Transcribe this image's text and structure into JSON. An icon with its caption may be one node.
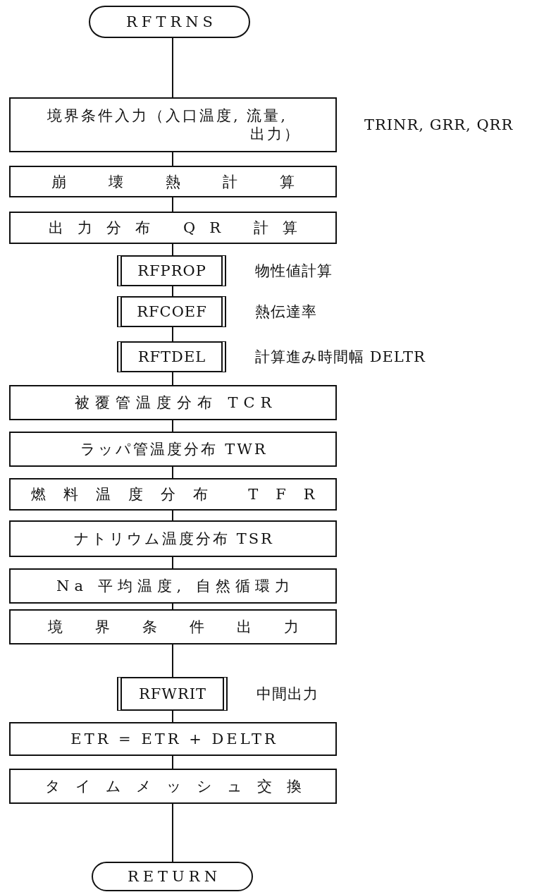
{
  "diagram": {
    "nodes": [
      {
        "text": [
          "RFTRNS"
        ]
      },
      {
        "text": [
          "境界条件入力（入口温度, 流量, 出力）"
        ],
        "beside": [
          "TRINR, GRR, QRR"
        ]
      },
      {
        "text": [
          "崩壊熱計算"
        ]
      },
      {
        "text": [
          "出力分布 QR 計算"
        ]
      },
      {
        "text": [
          "RFPROP"
        ],
        "beside": [
          "物性値計算"
        ]
      },
      {
        "text": [
          "RFCOEF"
        ],
        "beside": [
          "熱伝達率"
        ]
      },
      {
        "text": [
          "RFTDEL"
        ],
        "beside": [
          "計算進み時間幅 DELTR"
        ]
      },
      {
        "text": [
          "被覆管温度分布 TCR"
        ]
      },
      {
        "text": [
          "ラッパ管温度分布 TWR"
        ]
      },
      {
        "text": [
          "燃料温度分布 TFR"
        ]
      },
      {
        "text": [
          "ナトリウム温度分布 TSR"
        ]
      },
      {
        "text": [
          "Na 平均温度, 自然循環力"
        ]
      },
      {
        "text": [
          "境界条件出力"
        ]
      },
      {
        "text": [
          "RFWRIT"
        ],
        "beside": [
          "中間出力"
        ]
      },
      {
        "text": [
          "ETR = ETR + DELTR"
        ]
      },
      {
        "text": [
          "タイムメッシュ交換"
        ]
      },
      {
        "text": [
          "RETURN"
        ]
      }
    ],
    "edges": [
      {
        "from": 0,
        "to": 1,
        "arrow": "none"
      },
      {
        "from": 1,
        "to": 2,
        "arrow": "none"
      },
      {
        "from": 2,
        "to": 3,
        "arrow": "none"
      },
      {
        "from": 3,
        "to": 4,
        "arrow": "none"
      },
      {
        "from": 4,
        "to": 5,
        "arrow": "none"
      },
      {
        "from": 5,
        "to": 6,
        "arrow": "none"
      },
      {
        "from": 6,
        "to": 7,
        "arrow": "none"
      },
      {
        "from": 7,
        "to": 8,
        "arrow": "none"
      },
      {
        "from": 8,
        "to": 9,
        "arrow": "none"
      },
      {
        "from": 9,
        "to": 10,
        "arrow": "none"
      },
      {
        "from": 10,
        "to": 11,
        "arrow": "none"
      },
      {
        "from": 11,
        "to": 12,
        "arrow": "none"
      },
      {
        "from": 12,
        "to": 13,
        "arrow": "none"
      },
      {
        "from": 13,
        "to": 14,
        "arrow": "none"
      },
      {
        "from": 14,
        "to": 15,
        "arrow": "none"
      },
      {
        "from": 15,
        "to": 16,
        "arrow": "none"
      }
    ]
  }
}
